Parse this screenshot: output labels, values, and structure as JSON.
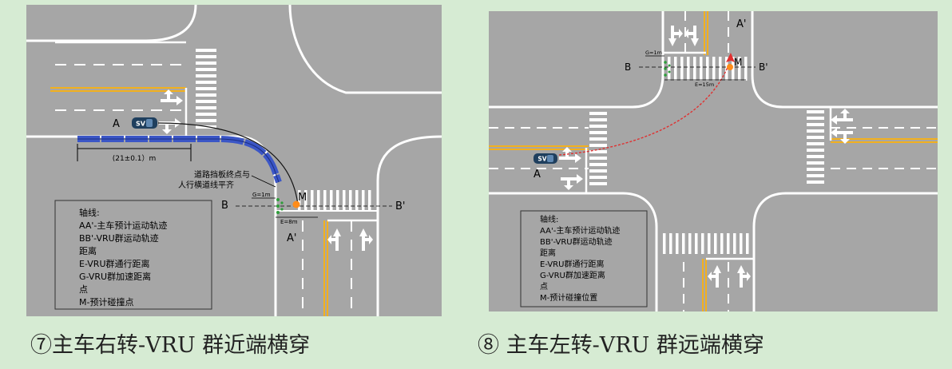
{
  "colors": {
    "road": "#a6a6a6",
    "lane_mark": "#ffffff",
    "center_line": "#f2b01e",
    "barrier": "#3b56c6",
    "vehicle": "#1f3f5e",
    "vru": "#2e9d3a",
    "collision": "#ff8c1a",
    "left_turn_path": "#e03030",
    "legend_bg": "#a6a6a6",
    "legend_border": "#333333"
  },
  "panel7": {
    "point_a": "A",
    "point_b": "B",
    "point_b_prime": "B'",
    "point_a_prime": "A'",
    "point_m": "M",
    "vehicle_label": "SV",
    "barrier_length": "(21±0.1）m",
    "barrier_note_line1": "道路挡板终点与",
    "barrier_note_line2": "人行横道线平齐",
    "dim_g": "G=1m",
    "dim_e": "E=8m",
    "legend_lines": [
      "轴线:",
      "AA'-主车预计运动轨迹",
      "BB'-VRU群运动轨迹",
      "距离",
      "E-VRU群通行距离",
      "G-VRU群加速距离",
      "点",
      "M-预计碰撞点"
    ]
  },
  "panel8": {
    "point_a": "A",
    "point_a_prime": "A'",
    "point_b": "B",
    "point_b_prime": "B'",
    "point_m": "M",
    "vehicle_label": "SV",
    "dim_g": "G=1m",
    "dim_e": "E=15m",
    "legend_lines": [
      "轴线:",
      "AA'-主车预计运动轨迹",
      "BB'-VRU群运动轨迹",
      "距离",
      "E-VRU群通行距离",
      "G-VRU群加速距离",
      "点",
      "M-预计碰撞位置"
    ]
  },
  "captions": {
    "panel7": "⑦主车右转-VRU 群近端横穿",
    "panel8": "⑧ 主车左转-VRU 群远端横穿"
  }
}
